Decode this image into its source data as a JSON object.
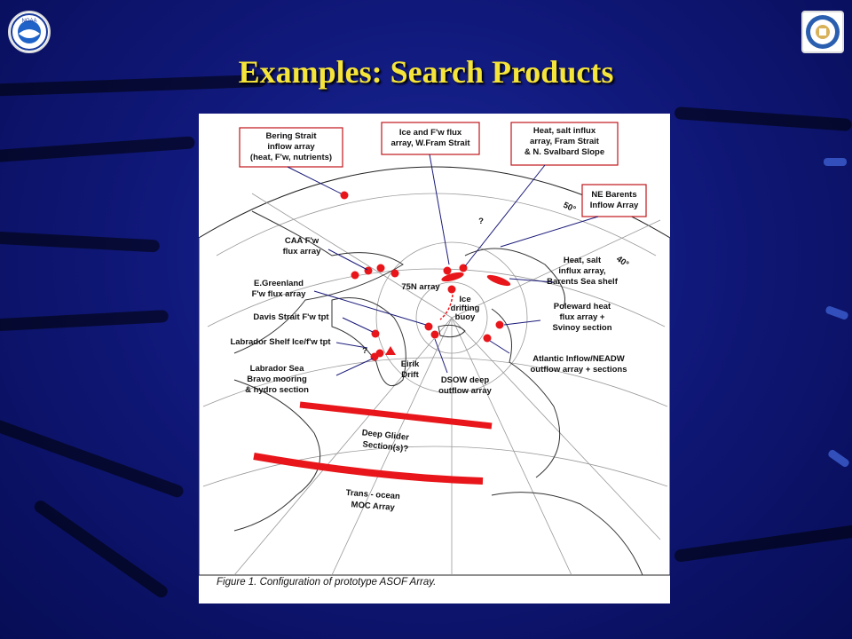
{
  "slide": {
    "title": "Examples: Search Products",
    "background_color": "#0a1270",
    "title_color": "#f5e43a"
  },
  "logos": {
    "left": {
      "icon": "noaa-logo",
      "text": "NOAA"
    },
    "right": {
      "icon": "department-of-commerce-seal"
    }
  },
  "figure": {
    "caption": "Figure 1. Configuration of prototype ASOF Array.",
    "accent_color": "#e8161a",
    "labels": {
      "bering_1": "Bering Strait",
      "bering_2": "inflow array",
      "bering_3": "(heat, F'w, nutrients)",
      "icefram_1": "Ice and F'w flux",
      "icefram_2": "array, W.Fram Strait",
      "heatsalt_1": "Heat, salt influx",
      "heatsalt_2": "array, Fram Strait",
      "heatsalt_3": "& N. Svalbard Slope",
      "nebarents_1": "NE Barents",
      "nebarents_2": "Inflow Array",
      "caa_1": "CAA F'w",
      "caa_2": "flux array",
      "heatbarents_1": "Heat, salt",
      "heatbarents_2": "influx array,",
      "heatbarents_3": "Barents Sea shelf",
      "egreen_1": "E.Greenland",
      "egreen_2": "F'w flux array",
      "n75": "75N array",
      "icebuoy_1": "Ice",
      "icebuoy_2": "drifting",
      "icebuoy_3": "buoy",
      "davis": "Davis Strait F'w tpt",
      "poleward_1": "Poleward heat",
      "poleward_2": "flux array +",
      "poleward_3": "Svinoy section",
      "labshelf": "Labrador Shelf Ice/f'w tpt",
      "eirik_1": "Eirik",
      "eirik_2": "Drift",
      "labsea_1": "Labrador Sea",
      "labsea_2": "Bravo mooring",
      "labsea_3": "& hydro section",
      "dsow_1": "DSOW deep",
      "dsow_2": "outflow array",
      "atlantic_1": "Atlantic Inflow/NEADW",
      "atlantic_2": "outflow array + sections",
      "glider_1": "Deep Glider",
      "glider_2": "Section(s)?",
      "moc_1": "Trans - ocean",
      "moc_2": "MOC Array",
      "q1": "?",
      "q2": "?",
      "deg_50": "50°",
      "deg_40": "40°"
    }
  }
}
